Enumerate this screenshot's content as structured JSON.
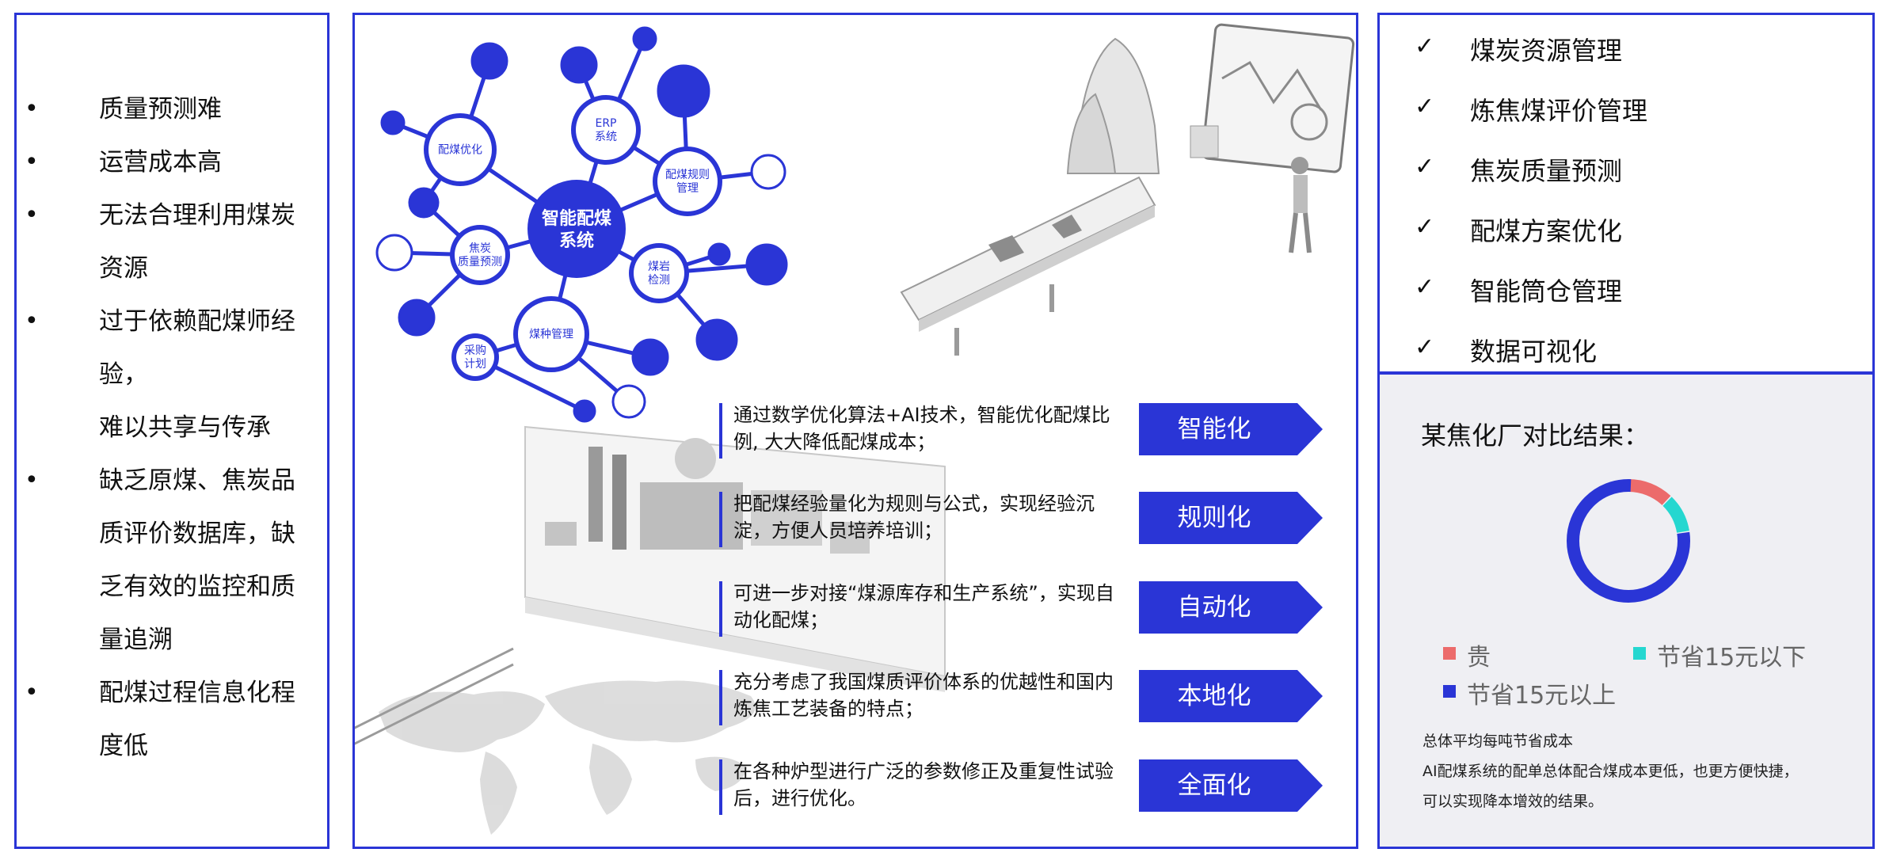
{
  "left_panel": {
    "items": [
      {
        "lines": [
          "质量预测难"
        ]
      },
      {
        "lines": [
          "运营成本高"
        ]
      },
      {
        "lines": [
          "无法合理利用煤炭",
          "资源"
        ]
      },
      {
        "lines": [
          "过于依赖配煤师经",
          "验，",
          "难以共享与传承"
        ]
      },
      {
        "lines": [
          "缺乏原煤、焦炭品",
          "质评价数据库，缺",
          "乏有效的监控和质",
          "量追溯"
        ]
      },
      {
        "lines": [
          "配煤过程信息化程",
          "度低"
        ]
      }
    ]
  },
  "network": {
    "center": [
      "智能配煤",
      "系统"
    ],
    "nodes": [
      {
        "label": [
          "配煤优化"
        ]
      },
      {
        "label": [
          "ERP",
          "系统"
        ]
      },
      {
        "label": [
          "配煤规则",
          "管理"
        ]
      },
      {
        "label": [
          "焦炭",
          "质量预测"
        ]
      },
      {
        "label": [
          "煤岩",
          "检测"
        ]
      },
      {
        "label": [
          "煤种管理"
        ]
      },
      {
        "label": [
          "采购",
          "计划"
        ]
      }
    ]
  },
  "features": [
    {
      "text": "通过数学优化算法+AI技术，智能优化配煤比例, 大大降低配煤成本；",
      "label": "智能化"
    },
    {
      "text": "把配煤经验量化为规则与公式，实现经验沉淀，方便人员培养培训；",
      "label": "规则化"
    },
    {
      "text": "可进一步对接“煤源库存和生产系统”，实现自动化配煤；",
      "label": "自动化"
    },
    {
      "text": "充分考虑了我国煤质评价体系的优越性和国内炼焦工艺装备的特点；",
      "label": "本地化"
    },
    {
      "text": "在各种炉型进行广泛的参数修正及重复性试验后，进行优化。",
      "label": "全面化"
    }
  ],
  "functions": [
    "煤炭资源管理",
    "炼焦煤评价管理",
    "焦炭质量预测",
    "配煤方案优化",
    "智能筒仓管理",
    "数据可视化"
  ],
  "result": {
    "title": "某焦化厂对比结果：",
    "legend": [
      {
        "label": "贵",
        "color": "#ec6b6b"
      },
      {
        "label": "节省15元以下",
        "color": "#25d7d0"
      },
      {
        "label": "节省15元以上",
        "color": "#2a35d6"
      }
    ],
    "footer": [
      "总体平均每吨节省成本",
      "AI配煤系统的配单总体配合煤成本更低，也更方便快捷，",
      "可以实现降本增效的结果。"
    ]
  },
  "chart_data": {
    "type": "pie",
    "donut": true,
    "categories": [
      "贵",
      "节省15元以下",
      "节省15元以上"
    ],
    "values": [
      12,
      10,
      78
    ],
    "colors": [
      "#ec6b6b",
      "#25d7d0",
      "#2a35d6"
    ]
  }
}
